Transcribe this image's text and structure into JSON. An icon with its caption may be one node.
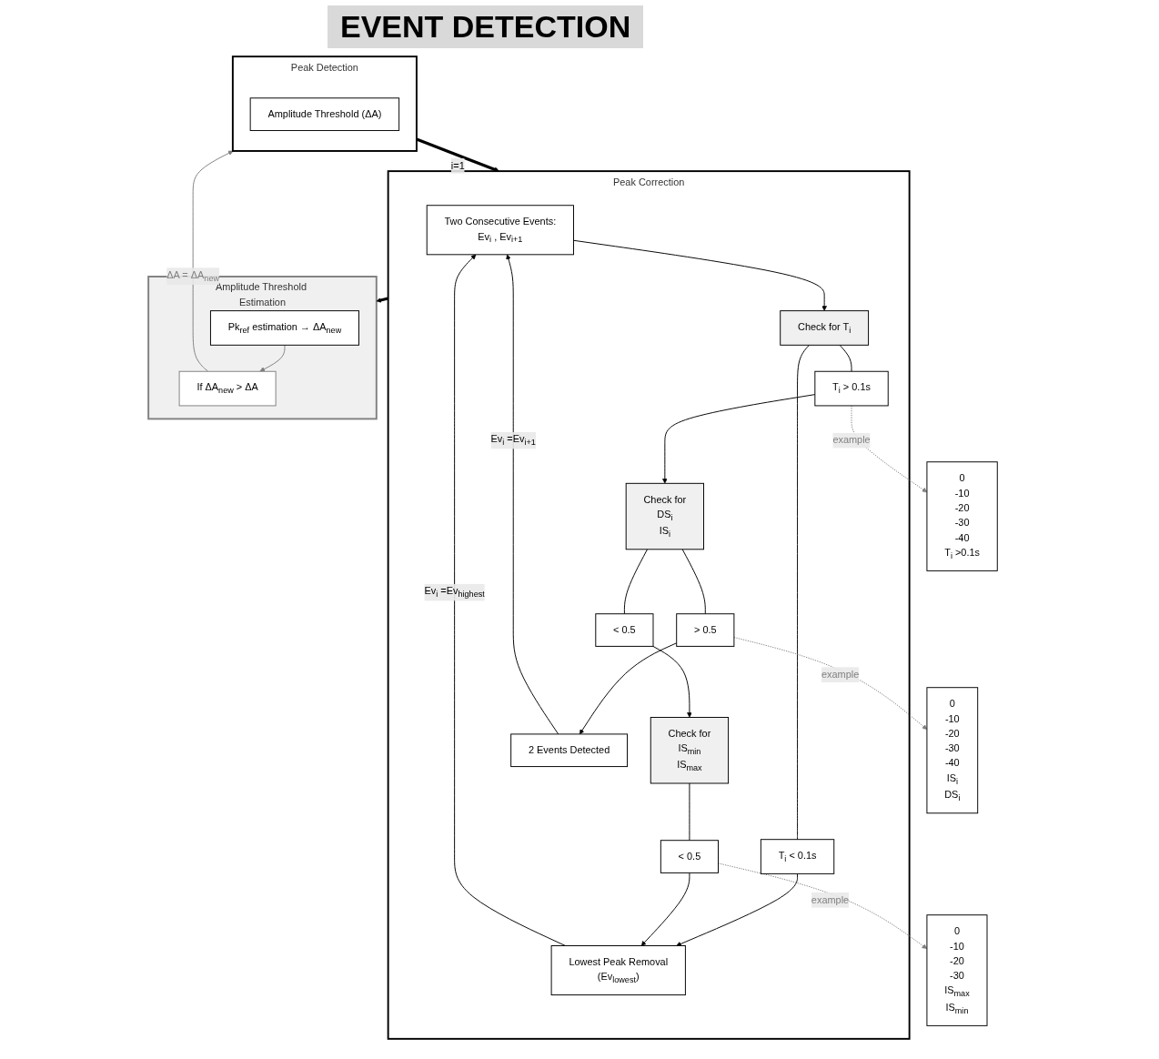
{
  "diagram": {
    "title": "EVENT DETECTION",
    "nodes": [
      {
        "text": [
          "Peak Detection"
        ]
      },
      {
        "text": [
          "Amplitude Threshold (ΔA)"
        ],
        "in": 0
      },
      {
        "text": [
          "Peak Correction"
        ]
      },
      {
        "text": [
          "Two Consecutive Events:",
          "Ev$_{i}$ , Ev$_{i+1}$"
        ],
        "in": 2
      },
      {
        "text": [
          "Check for T$_{i}$"
        ],
        "in": 2
      },
      {
        "text": [
          "T$_{i}$ < 0.1s"
        ],
        "in": 2
      },
      {
        "text": [
          "T$_{i}$ > 0.1s"
        ],
        "in": 2
      },
      {
        "text": [
          "Lowest Peak Removal",
          "(Ev$_{lowest}$)"
        ],
        "in": 2
      },
      {
        "text": [
          "Check for",
          "DS$_{i}$",
          "IS$_{i}$"
        ],
        "in": 2
      },
      {
        "text": [
          "< 0.5"
        ],
        "in": 2
      },
      {
        "text": [
          "> 0.5"
        ],
        "in": 2
      },
      {
        "text": [
          "Check for",
          "IS$_{min}$",
          "IS$_{max}$"
        ],
        "in": 2
      },
      {
        "text": [
          "2 Events Detected"
        ],
        "in": 2
      },
      {
        "text": [
          "< 0.5"
        ],
        "in": 2
      },
      {
        "text": [
          "Amplitude Threshold Estimation"
        ]
      },
      {
        "text": [
          "Pk$_{ref}$ estimation → ΔA$_{new}$"
        ],
        "in": 14
      },
      {
        "text": [
          "If ΔA$_{new}$ > ΔA"
        ],
        "in": 14
      },
      {
        "text": [
          "0",
          "-10",
          "-20",
          "-30",
          "-40",
          "T$_{i}$ >0.1s"
        ]
      },
      {
        "text": [
          "0",
          "-10",
          "-20",
          "-30",
          "-40",
          "IS$_{i}$",
          "DS$_{i}$"
        ]
      },
      {
        "text": [
          "0",
          "-10",
          "-20",
          "-30",
          "IS$_{max}$",
          "IS$_{min}$"
        ]
      }
    ],
    "edges": [
      {
        "from": 0,
        "to": 2,
        "arrow": "to",
        "label": "i=1",
        "style": "thick"
      },
      {
        "from": 3,
        "to": 4,
        "arrow": "to"
      },
      {
        "from": 4,
        "to": 5,
        "arrow": "none"
      },
      {
        "from": 5,
        "to": 7,
        "arrow": "to"
      },
      {
        "from": 4,
        "to": 6,
        "arrow": "none"
      },
      {
        "from": 6,
        "to": 8,
        "arrow": "to"
      },
      {
        "from": 8,
        "to": 9,
        "arrow": "none"
      },
      {
        "from": 9,
        "to": 11,
        "arrow": "to"
      },
      {
        "from": 8,
        "to": 10,
        "arrow": "none"
      },
      {
        "from": 10,
        "to": 12,
        "arrow": "to"
      },
      {
        "from": 11,
        "to": 13,
        "arrow": "none"
      },
      {
        "from": 13,
        "to": 7,
        "arrow": "to"
      },
      {
        "from": 7,
        "to": 3,
        "arrow": "to",
        "label": "Ev$_{i}$ =Ev$_{highest}$"
      },
      {
        "from": 12,
        "to": 3,
        "arrow": "to",
        "label": "Ev$_{i}$ =Ev$_{i+1}$"
      },
      {
        "from": 6,
        "to": 17,
        "arrow": "to",
        "label": "example",
        "style": "dashed",
        "color": "#808080"
      },
      {
        "from": 10,
        "to": 18,
        "arrow": "to",
        "label": "example",
        "style": "dashed",
        "color": "#808080"
      },
      {
        "from": 13,
        "to": 19,
        "arrow": "to",
        "label": "example",
        "style": "dashed",
        "color": "#808080"
      },
      {
        "from": 2,
        "to": 14,
        "arrow": "to",
        "style": "thick"
      },
      {
        "from": 15,
        "to": 16,
        "arrow": "to",
        "color": "#808080"
      },
      {
        "from": 16,
        "to": 0,
        "arrow": "to",
        "label": "ΔA = ΔA$_{new}$",
        "color": "#808080"
      }
    ]
  }
}
